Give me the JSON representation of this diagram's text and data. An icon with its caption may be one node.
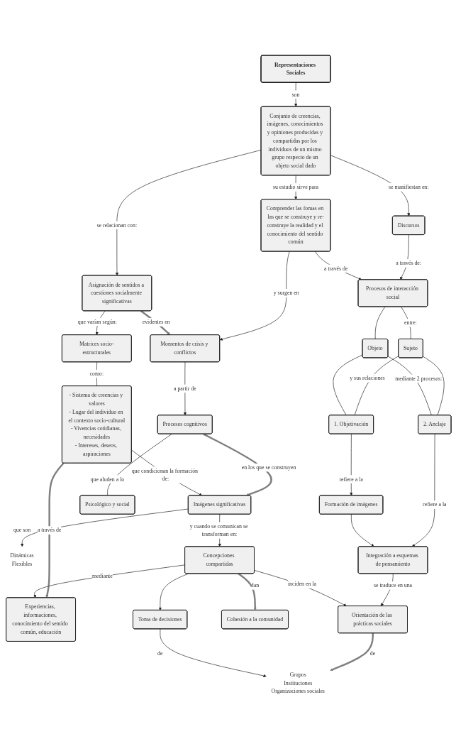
{
  "diagram": {
    "nodes": [
      {
        "text": [
          "Representaciones Sociales"
        ]
      },
      {
        "text": [
          "Conjunto de creencias, imágenes, conocimientos y opiniones producidas y compartidas por los individuos de un mismo grupo respecto de un objeto social dado"
        ]
      },
      {
        "text": [
          "Discursos"
        ]
      },
      {
        "text": [
          "Asignación de sentidos a cuestiones socialmente significativas"
        ]
      },
      {
        "text": [
          "Comprender las fomas en las que se construye y re-construye la realidad y el conocimiento del sentido común"
        ]
      },
      {
        "text": [
          "Procesos de interacción social"
        ]
      },
      {
        "text": [
          "Momentos de crisis y conflictos"
        ]
      },
      {
        "text": [
          "Sujeto"
        ]
      },
      {
        "text": [
          "Objeto"
        ]
      },
      {
        "text": [
          "Matrices socio-estructurales"
        ]
      },
      {
        "text": [
          "Psicológico y social"
        ]
      },
      {
        "text": [
          "Procesos cognitivos"
        ]
      },
      {
        "text": [
          "1. Objetivación"
        ]
      },
      {
        "text": [
          "2. Anclaje"
        ]
      },
      {
        "text": [
          "- Sistema de creencias y valores",
          "- Lugar del individuo en el contexto socio-cultural",
          "- Vivencias cotidianas, necesidades",
          "- Intereses, deseos, aspiraciones"
        ]
      },
      {
        "text": [
          "Imágenes significativas"
        ]
      },
      {
        "text": [
          "Dinámicas",
          "Flexibles"
        ]
      },
      {
        "text": [
          "Formación de imágenes"
        ]
      },
      {
        "text": [
          "Integración a esquemas de pensamiento"
        ]
      },
      {
        "text": [
          "Experiencias, informaciones, conocimiento del sentido común, educación"
        ]
      },
      {
        "text": [
          "Concepciones compartidas"
        ]
      },
      {
        "text": [
          "Orientación de las prácticas sociales"
        ]
      },
      {
        "text": [
          "Cohesión a la comunidad"
        ]
      },
      {
        "text": [
          "Toma de decisiones"
        ]
      },
      {
        "text": [
          "Grupos",
          "Instituciones",
          "Organizaciones sociales"
        ]
      }
    ],
    "edges": [
      {
        "from": 0,
        "to": 1,
        "arrow": "to",
        "label": "son"
      },
      {
        "from": 1,
        "to": 2,
        "arrow": "to",
        "label": "se manifiestan en:"
      },
      {
        "from": 1,
        "to": 3,
        "arrow": "to",
        "label": "se relacionan con:"
      },
      {
        "from": 1,
        "to": 4,
        "arrow": "to",
        "label": "su estudio sirve para"
      },
      {
        "from": 2,
        "to": 5,
        "arrow": "to",
        "label": "a través de:"
      },
      {
        "from": 4,
        "to": 5,
        "arrow": "to",
        "label": "a través de"
      },
      {
        "from": 5,
        "to": 7,
        "arrow": "none",
        "label": "entre:"
      },
      {
        "from": 5,
        "to": 8,
        "arrow": "none"
      },
      {
        "from": 7,
        "to": 12,
        "arrow": "none",
        "label": "y sus relaciones"
      },
      {
        "from": 7,
        "to": 13,
        "arrow": "none"
      },
      {
        "from": 8,
        "to": 12,
        "arrow": "none"
      },
      {
        "from": 8,
        "to": 13,
        "arrow": "none",
        "label": "mediante 2 procesos:"
      },
      {
        "from": 4,
        "to": 6,
        "arrow": "to",
        "label": "y surgen en"
      },
      {
        "from": 3,
        "to": 6,
        "arrow": "to",
        "label": "evidentes en",
        "style": "thick",
        "color": "#808080"
      },
      {
        "from": 3,
        "to": 9,
        "arrow": "to",
        "label": "que varían según:"
      },
      {
        "from": 9,
        "to": 14,
        "arrow": "none",
        "label": "como:"
      },
      {
        "from": 6,
        "to": 11,
        "arrow": "to",
        "label": "a partir de"
      },
      {
        "from": 11,
        "to": 10,
        "arrow": "none",
        "label": "que aluden a lo"
      },
      {
        "from": 11,
        "to": 15,
        "arrow": "to",
        "label": "en los que se construyen",
        "style": "thick",
        "color": "#808080"
      },
      {
        "from": 12,
        "to": 17,
        "arrow": "to",
        "label": "refiere a la"
      },
      {
        "from": 13,
        "to": 18,
        "arrow": "to",
        "label": "refiere a la"
      },
      {
        "from": 17,
        "to": 18,
        "arrow": "to"
      },
      {
        "from": 14,
        "to": 15,
        "arrow": "to",
        "label": "que condicionan la formación de:"
      },
      {
        "from": 14,
        "to": 19,
        "arrow": "to",
        "label": "a través de",
        "style": "thick",
        "color": "#808080"
      },
      {
        "from": 15,
        "to": 16,
        "arrow": "to",
        "label": "que son"
      },
      {
        "from": 15,
        "to": 20,
        "arrow": "to",
        "label": "y cuando se comunican se transforman en:"
      },
      {
        "from": 18,
        "to": 21,
        "arrow": "to",
        "label": "se traduce en una"
      },
      {
        "from": 20,
        "to": 19,
        "arrow": "to",
        "label": "mediante"
      },
      {
        "from": 20,
        "to": 22,
        "arrow": "to",
        "label": "dan",
        "style": "thick",
        "color": "#808080"
      },
      {
        "from": 20,
        "to": 21,
        "arrow": "to",
        "label": "inciden en la"
      },
      {
        "from": 20,
        "to": 23,
        "arrow": "to"
      },
      {
        "from": 21,
        "to": 24,
        "arrow": "to",
        "label": "de",
        "style": "thick",
        "color": "#808080"
      },
      {
        "from": 23,
        "to": 24,
        "arrow": "to",
        "label": "de"
      }
    ]
  }
}
